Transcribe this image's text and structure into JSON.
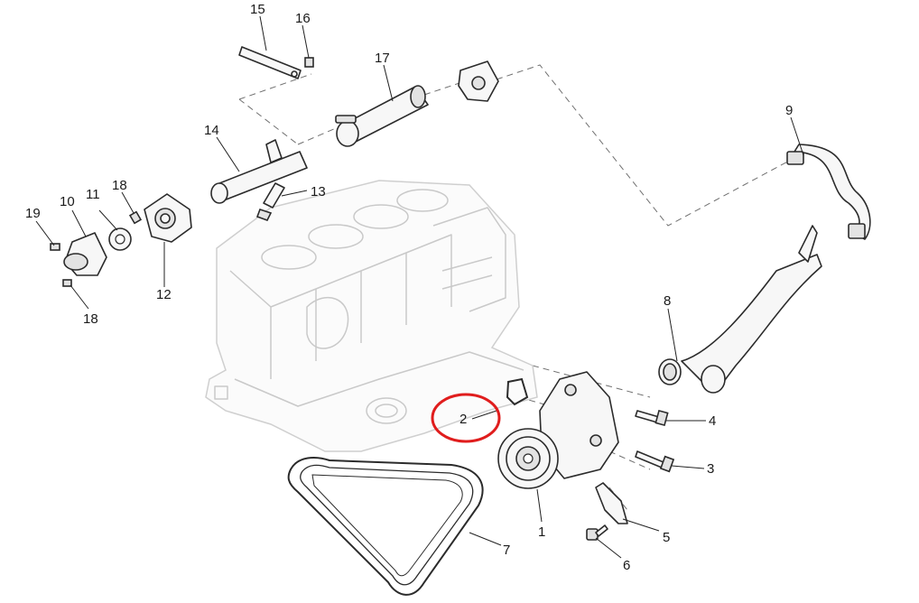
{
  "diagram": {
    "highlight_color": "#e01d1d",
    "callouts": {
      "c1": "1",
      "c2": "2",
      "c3": "3",
      "c4": "4",
      "c5": "5",
      "c6": "6",
      "c7": "7",
      "c8": "8",
      "c9": "9",
      "c10": "10",
      "c11": "11",
      "c12": "12",
      "c13": "13",
      "c14": "14",
      "c15": "15",
      "c16": "16",
      "c17": "17",
      "c18a": "18",
      "c18b": "18",
      "c19": "19"
    },
    "highlighted_callout": "2"
  }
}
